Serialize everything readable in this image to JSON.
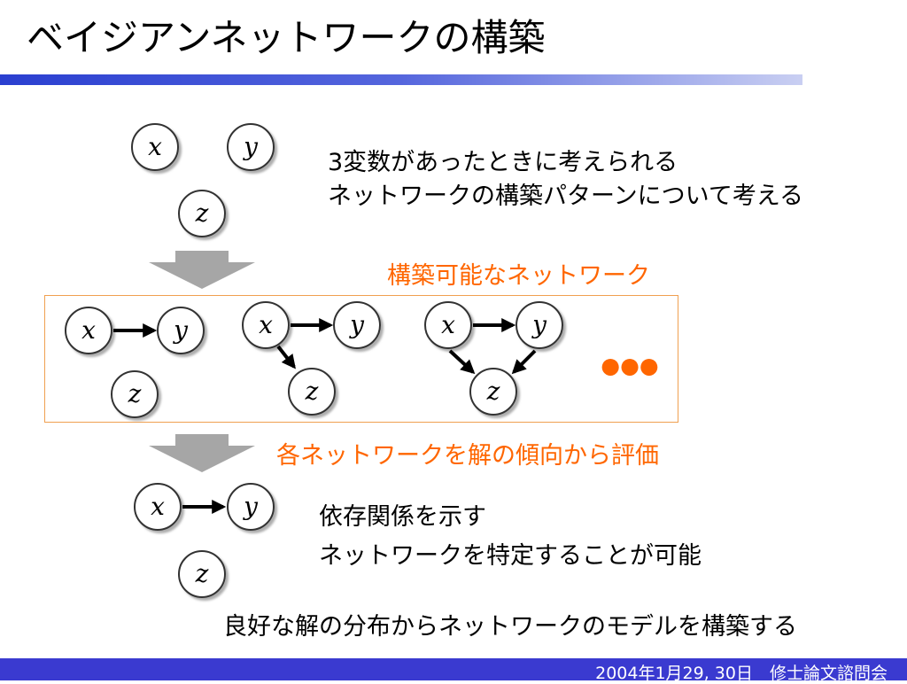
{
  "slide": {
    "title": "ベイジアンネットワークの構築",
    "intro_line1": "3変数があったときに考えられる",
    "intro_line2": "ネットワークの構築パターンについて考える",
    "possible_label": "構築可能なネットワーク",
    "evaluate_label": "各ネットワークを解の傾向から評価",
    "result_line1": "依存関係を示す",
    "result_line2": "ネットワークを特定することが可能",
    "conclusion": "良好な解の分布からネットワークのモデルを構築する",
    "footer": "2004年1月29, 30日　修士論文諮問会",
    "ellipsis": "●●●"
  },
  "nodes": {
    "x": "x",
    "y": "y",
    "z": "z"
  },
  "colors": {
    "accent": "#ff6600",
    "footer_bg": "#3a3ad0",
    "arrow_gray": "#a6a6a6",
    "box_border": "#f0a050"
  }
}
